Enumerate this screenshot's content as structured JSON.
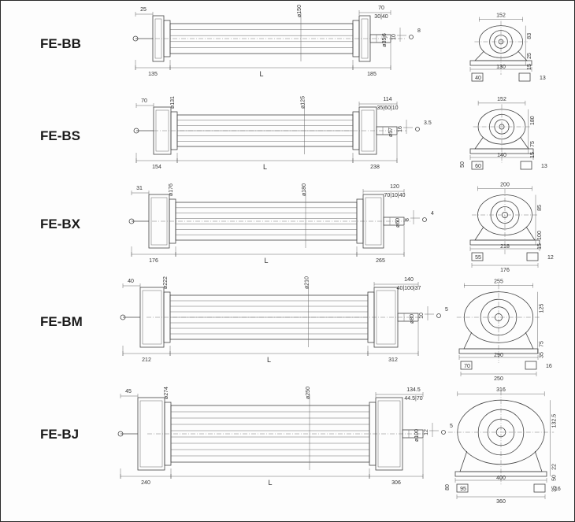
{
  "models": [
    {
      "label": "FE-BB",
      "side": {
        "left_flange": "25",
        "left_len": "135",
        "center": "L",
        "right_len": "185",
        "tube_dia": "ø150",
        "right_top": "70",
        "right_sub": "30|40",
        "shaft_dia": "ø35j6",
        "key": "10",
        "keyway": "8"
      },
      "end": {
        "width": "152",
        "base": "130",
        "height": "83",
        "base_h": "13",
        "foot": "40",
        "side_a": "25",
        "side_b": "15"
      }
    },
    {
      "label": "FE-BS",
      "side": {
        "left_flange": "70",
        "left_len": "154",
        "center": "L",
        "right_len": "238",
        "tube_dia": "ø125",
        "right_top": "114",
        "right_sub": "35|60|10",
        "shaft_dia": "ø57",
        "key": "16",
        "keyway": "3.5",
        "flange_dia": "ø131"
      },
      "end": {
        "width": "152",
        "base": "140",
        "height": "180",
        "base_h": "13",
        "foot": "60",
        "side_a": "75",
        "side_b": "15",
        "foot_h": "50"
      }
    },
    {
      "label": "FE-BX",
      "side": {
        "left_flange": "31",
        "left_len": "176",
        "center": "L",
        "right_len": "265",
        "tube_dia": "ø180",
        "right_top": "120",
        "right_sub": "70|10|40",
        "shaft_dia": "ø60",
        "key": "8",
        "keyway": "4",
        "flange_dia": "ø176"
      },
      "end": {
        "width": "200",
        "base": "218",
        "total_base": "176",
        "height": "85",
        "base_h": "12",
        "foot": "55",
        "side_a": "100",
        "side_b": "15"
      }
    },
    {
      "label": "FE-BM",
      "side": {
        "left_flange": "40",
        "left_len": "212",
        "center": "L",
        "right_len": "312",
        "tube_dia": "ø210",
        "right_top": "140",
        "right_sub": "40|100|37",
        "shaft_dia": "ø80",
        "key": "10",
        "keyway": "5",
        "flange_dia": "ø222"
      },
      "end": {
        "width": "255",
        "base": "290",
        "total_base": "250",
        "height": "125",
        "base_h": "16",
        "foot": "70",
        "side_a": "75",
        "side_b": "35"
      }
    },
    {
      "label": "FE-BJ",
      "side": {
        "left_flange": "45",
        "left_len": "240",
        "center": "L",
        "right_len": "306",
        "tube_dia": "ø250",
        "right_top": "134.5",
        "right_sub": "44.5|70",
        "shaft_dia": "ø100",
        "key": "12",
        "keyway": "5",
        "flange_dia": "ø274"
      },
      "end": {
        "width": "316",
        "base": "400",
        "total_base": "360",
        "height": "132.5",
        "base_h": "16",
        "foot": "95",
        "side_a": "22",
        "side_b": "50",
        "foot_h": "80",
        "extra": "35"
      }
    }
  ]
}
